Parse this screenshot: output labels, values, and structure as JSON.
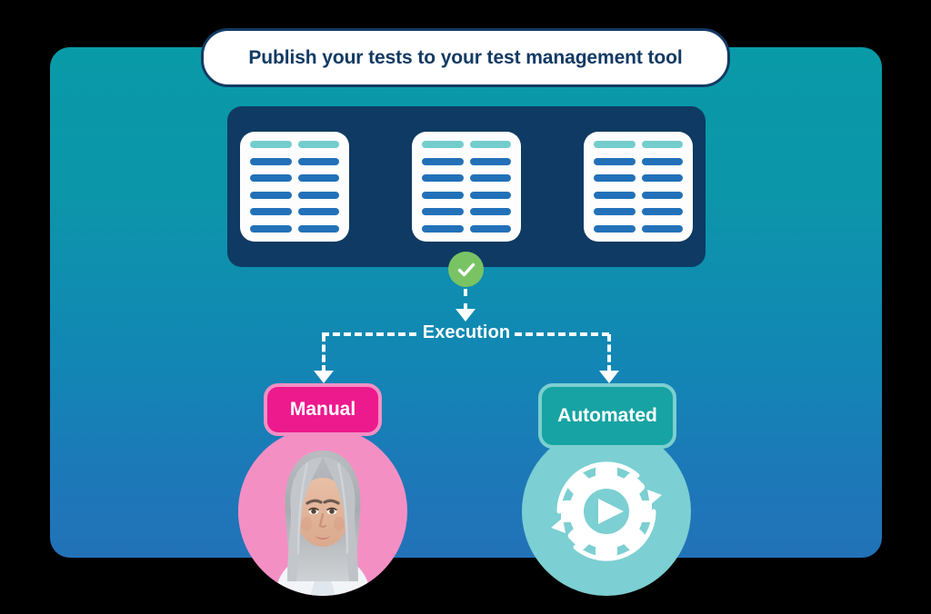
{
  "banner": {
    "title": "Publish your tests to your test management tool"
  },
  "docs_panel": {
    "cards": [
      {
        "name": "test-document-card-1",
        "rows": [
          {
            "type": "header",
            "cells": 2
          },
          {
            "type": "body",
            "cells": 2
          },
          {
            "type": "body",
            "cells": 2
          },
          {
            "type": "body",
            "cells": 2
          },
          {
            "type": "body",
            "cells": 2
          },
          {
            "type": "body",
            "cells": 2
          }
        ]
      },
      {
        "name": "test-document-card-2",
        "rows": [
          {
            "type": "header",
            "cells": 2
          },
          {
            "type": "body",
            "cells": 2
          },
          {
            "type": "body",
            "cells": 2
          },
          {
            "type": "body",
            "cells": 2
          },
          {
            "type": "body",
            "cells": 2
          },
          {
            "type": "body",
            "cells": 2
          }
        ]
      },
      {
        "name": "test-document-card-3",
        "rows": [
          {
            "type": "header",
            "cells": 2
          },
          {
            "type": "body",
            "cells": 2
          },
          {
            "type": "body",
            "cells": 2
          },
          {
            "type": "body",
            "cells": 2
          },
          {
            "type": "body",
            "cells": 2
          },
          {
            "type": "body",
            "cells": 2
          }
        ]
      }
    ]
  },
  "status": {
    "icon": "check-circle-icon",
    "label": ""
  },
  "flow": {
    "execution_label": "Execution",
    "branches": [
      {
        "key": "manual",
        "label": "Manual",
        "icon": "person-avatar-icon"
      },
      {
        "key": "automated",
        "label": "Automated",
        "icon": "gear-play-refresh-icon"
      }
    ]
  },
  "colors": {
    "background_top": "#099aa8",
    "background_bottom": "#2272b8",
    "navy_panel": "#0e3a63",
    "title_text": "#123a63",
    "doc_header_row": "#74cdcd",
    "doc_body_row": "#2271b8",
    "check_badge": "#79c365",
    "manual_pill": "#ec1a8d",
    "manual_pill_border": "#f48fc4",
    "automated_pill": "#17a3a3",
    "automated_pill_border": "#7ccfcf",
    "manual_circle": "#f48fc4",
    "automated_circle": "#7ccfd2",
    "connector": "#ffffff"
  }
}
